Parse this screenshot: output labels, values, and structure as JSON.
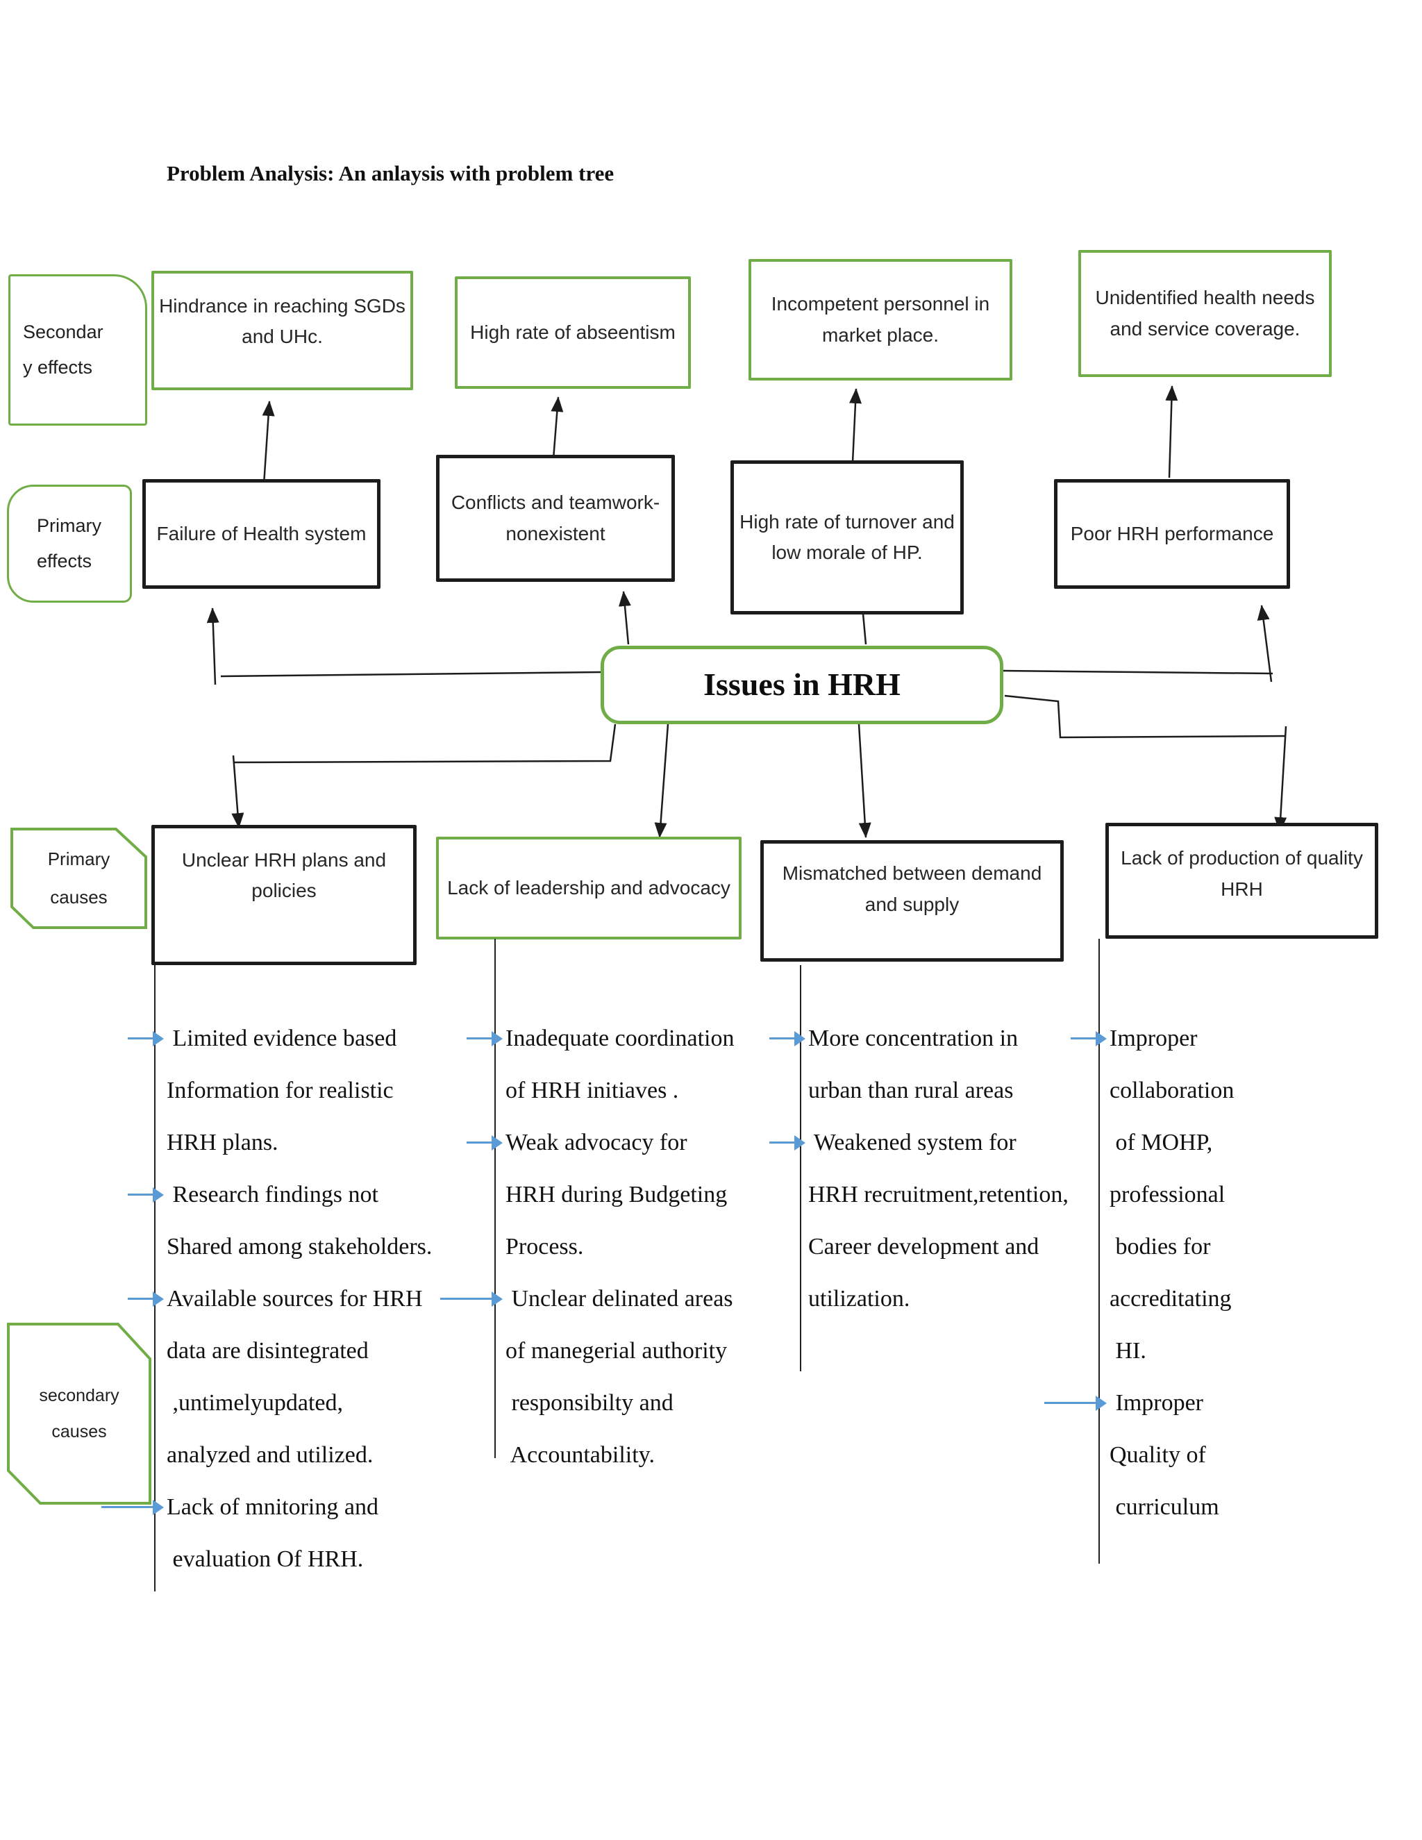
{
  "title": "Problem Analysis: An anlaysis with problem tree",
  "colors": {
    "box_green": "#70AD47",
    "line_black": "#1c1c1c",
    "bullet_blue": "#5B9BD5"
  },
  "labels": {
    "secondary_effects": [
      "Secondar",
      "y effects"
    ],
    "primary_effects": [
      "Primary",
      "effects"
    ],
    "primary_causes": [
      "Primary",
      "causes"
    ],
    "secondary_causes": [
      "secondary",
      "causes"
    ]
  },
  "central_issue": "Issues in HRH",
  "secondary_effects": [
    "Hindrance in reaching SGDs and UHc.",
    "High rate of abseentism",
    "Incompetent personnel in market place.",
    "Unidentified health needs and service coverage."
  ],
  "primary_effects": [
    "Failure of Health system",
    "Conflicts and teamwork- nonexistent",
    "High rate of turnover and low morale of HP.",
    "Poor HRH performance"
  ],
  "primary_causes": [
    "Unclear HRH plans and policies",
    "Lack of leadership and advocacy",
    "Mismatched between demand and supply",
    "Lack of production of quality HRH"
  ],
  "secondary_causes_columns": [
    {
      "lines": [
        {
          "t": " Limited evidence based",
          "b": true
        },
        {
          "t": "Information for realistic"
        },
        {
          "t": "HRH plans."
        },
        {
          "t": " Research findings not",
          "b": true
        },
        {
          "t": "Shared among stakeholders."
        },
        {
          "t": "Available sources for HRH",
          "b": true
        },
        {
          "t": "data are disintegrated"
        },
        {
          "t": " ,untimelyupdated,"
        },
        {
          "t": "analyzed and utilized."
        },
        {
          "t": "Lack of mnitoring and",
          "b": true,
          "long": true
        },
        {
          "t": " evaluation Of HRH."
        }
      ]
    },
    {
      "lines": [
        {
          "t": "Inadequate coordination",
          "b": true
        },
        {
          "t": "of HRH initiaves ."
        },
        {
          "t": "Weak advocacy for",
          "b": true
        },
        {
          "t": "HRH during Budgeting"
        },
        {
          "t": "Process."
        },
        {
          "t": " Unclear delinated areas",
          "b": true,
          "long": true
        },
        {
          "t": "of manegerial authority"
        },
        {
          "t": " responsibilty and"
        },
        {
          "t": " Accountability."
        }
      ]
    },
    {
      "lines": [
        {
          "t": "More concentration in",
          "b": true
        },
        {
          "t": "urban than rural areas"
        },
        {
          "t": " Weakened system for",
          "b": true
        },
        {
          "t": "HRH recruitment,retention,"
        },
        {
          "t": "Career development and"
        },
        {
          "t": "utilization."
        }
      ]
    },
    {
      "lines": [
        {
          "t": "Improper",
          "b": true
        },
        {
          "t": "collaboration"
        },
        {
          "t": " of MOHP,"
        },
        {
          "t": "professional"
        },
        {
          "t": " bodies for"
        },
        {
          "t": "accreditating"
        },
        {
          "t": " HI."
        },
        {
          "t": " Improper",
          "b": true,
          "long": true
        },
        {
          "t": "Quality of"
        },
        {
          "t": " curriculum"
        }
      ]
    }
  ]
}
